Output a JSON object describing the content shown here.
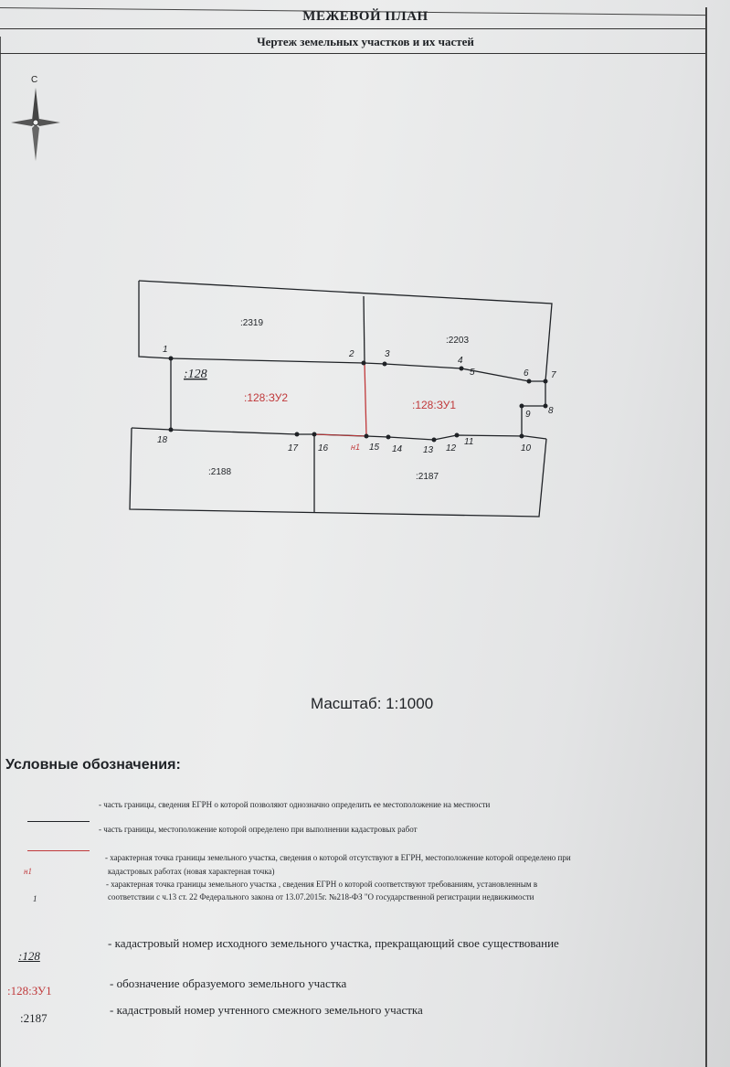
{
  "header": {
    "title": "МЕЖЕВОЙ ПЛАН",
    "subtitle": "Чертеж земельных участков и их частей"
  },
  "compass": {
    "north_label": "С"
  },
  "parcels": {
    "p2319": ":2319",
    "p2203": ":2203",
    "p2188": ":2188",
    "p2187": ":2187",
    "source": ":128",
    "zu2": ":128:ЗУ2",
    "zu1": ":128:ЗУ1"
  },
  "points": {
    "p1": "1",
    "p2": "2",
    "p3": "3",
    "p4": "4",
    "p5": "5",
    "p6": "6",
    "p7": "7",
    "p8": "8",
    "p9": "9",
    "p10": "10",
    "p11": "11",
    "p12": "12",
    "p13": "13",
    "p14": "14",
    "p15": "15",
    "pn1": "н1",
    "p16": "16",
    "p17": "17",
    "p18": "18"
  },
  "scale": "Масштаб: 1:1000",
  "legend": {
    "title": "Условные обозначения:",
    "item1": "- часть границы, сведения ЕГРН о которой позволяют однозначно определить ее местоположение на местности",
    "item2": "- часть границы, местоположение которой определено при выполнении кадастровых работ",
    "item3a": "- характерная точка границы земельного участка, сведения о которой отсутствуют в ЕГРН, местоположение которой определено при",
    "item3b": "кадастровых работах (новая характерная точка)",
    "item3_sym": "н1",
    "item4a": "- характерная точка границы земельного участка , сведения ЕГРН о которой соответствуют требованиям, установленным в",
    "item4b": "соответствии с ч.13 ст. 22 Федерального закона от 13.07.2015г. №218-ФЗ \"О государственной регистрации недвижимости",
    "item4_sym": "1",
    "item5_sym": ":128",
    "item5": "- кадастровый номер исходного земельного участка, прекращающий свое существование",
    "item6_sym": ":128:ЗУ1",
    "item6": "- обозначение образуемого земельного участка",
    "item7_sym": ":2187",
    "item7": "- кадастровый номер учтенного смежного земельного участка"
  },
  "colors": {
    "ink": "#1f2226",
    "red": "#c0393b",
    "paper": "#e8e9ea"
  }
}
